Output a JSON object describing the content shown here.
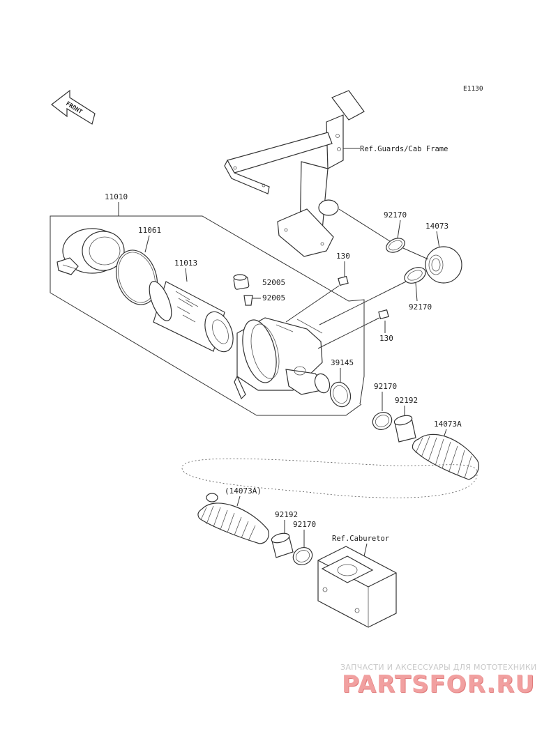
{
  "diagram_code": "E1130",
  "direction_label": "FRONT",
  "references": {
    "guards_cab_frame": "Ref.Guards/Cab Frame",
    "carburetor": "Ref.Caburetor"
  },
  "parts": {
    "p11010": "11010",
    "p11061": "11061",
    "p11013": "11013",
    "p52005": "52005",
    "p92005": "92005",
    "p130_a": "130",
    "p130_b": "130",
    "p92170_a": "92170",
    "p14073": "14073",
    "p92170_b": "92170",
    "p39145": "39145",
    "p92170_c": "92170",
    "p92192_a": "92192",
    "p14073A": "14073A",
    "p14073A_ref": "(14073A)",
    "p92192_b": "92192",
    "p92170_d": "92170"
  },
  "watermark": {
    "caption": "ЗАПЧАСТИ И АКСЕССУАРЫ ДЛЯ МОТОТЕХНИКИ",
    "logo": "PARTSFOR.RU"
  }
}
